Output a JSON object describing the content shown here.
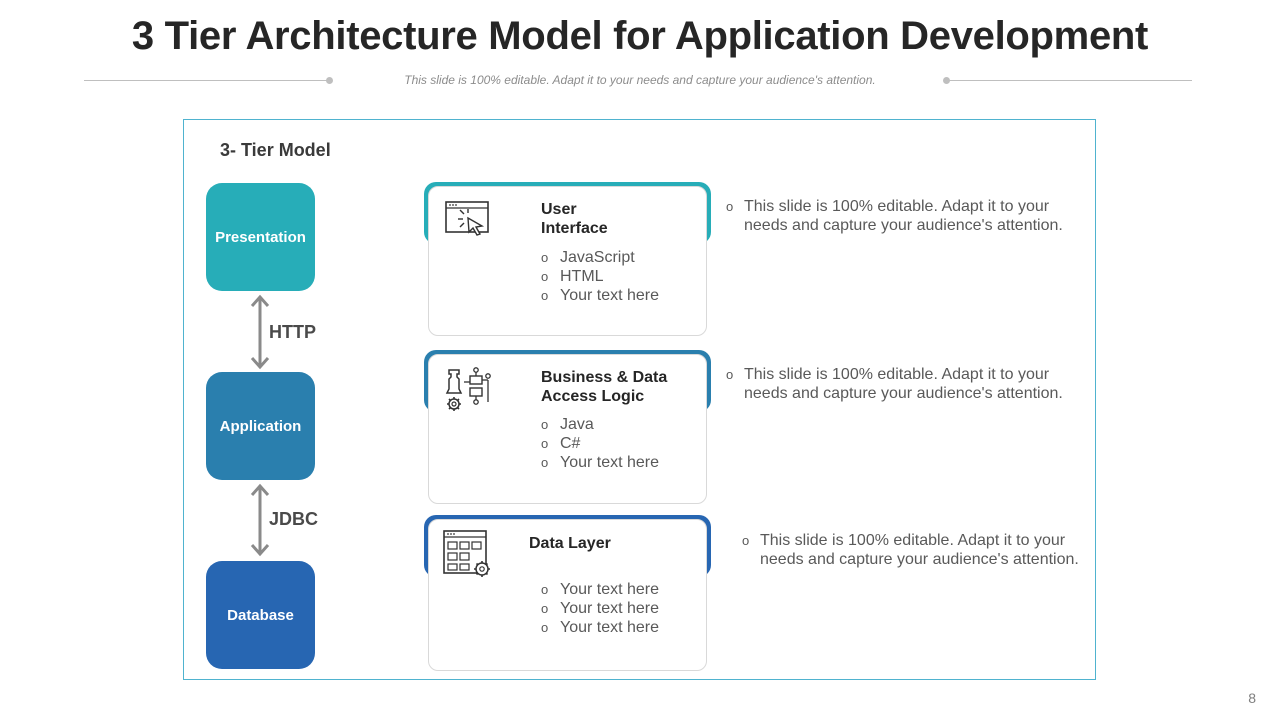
{
  "header": {
    "title": "3 Tier Architecture Model for Application Development",
    "subtitle": "This slide is 100% editable. Adapt it to your needs and capture your audience's attention."
  },
  "model": {
    "title": "3- Tier Model",
    "tiers": [
      {
        "label": "Presentation",
        "color": "#27adb8"
      },
      {
        "label": "Application",
        "color": "#2a7fae"
      },
      {
        "label": "Database",
        "color": "#2766b2"
      }
    ],
    "connectors": [
      "HTTP",
      "JDBC"
    ]
  },
  "cards": [
    {
      "title_lines": [
        "User",
        "Interface"
      ],
      "icon": "cursor-click-window-icon",
      "accent": "#27adb8",
      "items": [
        "JavaScript",
        "HTML",
        "Your text here"
      ],
      "note": "This slide is 100% editable. Adapt it to your needs and capture your audience's attention."
    },
    {
      "title_lines": [
        "Business & Data",
        "Access Logic"
      ],
      "icon": "chess-flowchart-gear-icon",
      "accent": "#2a7fae",
      "items": [
        "Java",
        "C#",
        "Your text here"
      ],
      "note": "This slide is 100% editable. Adapt it to your needs and capture your audience's attention."
    },
    {
      "title_lines": [
        "Data Layer"
      ],
      "icon": "folders-window-gear-icon",
      "accent": "#2766b2",
      "items": [
        "Your text here",
        "Your text here",
        "Your text here"
      ],
      "note": "This slide is 100% editable. Adapt it to your needs and capture your audience's attention."
    }
  ],
  "page_number": "8"
}
